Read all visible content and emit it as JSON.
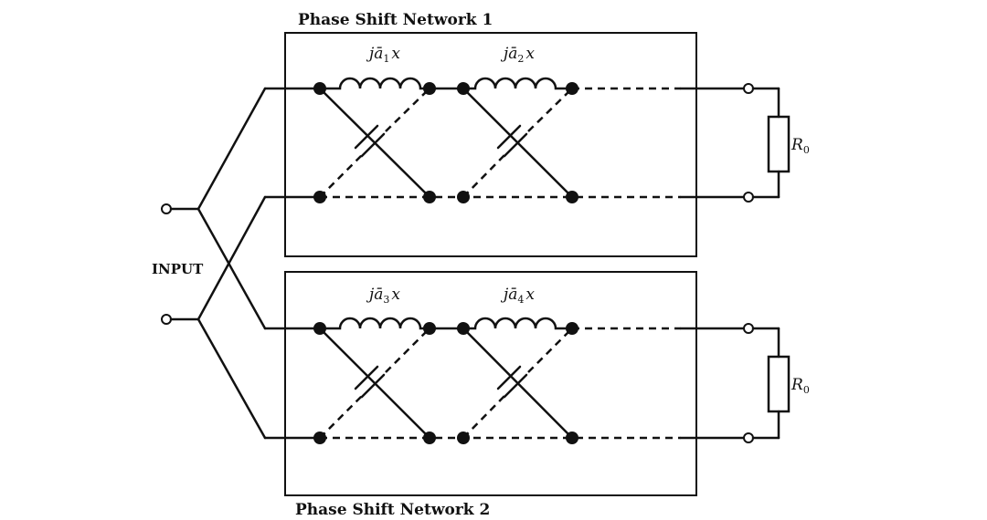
{
  "networks": [
    {
      "title": "Phase Shift Network 1",
      "inductor_labels": [
        {
          "prefix": "j",
          "symbol": "ā",
          "sub": "1",
          "suffix": "x"
        },
        {
          "prefix": "j",
          "symbol": "ā",
          "sub": "2",
          "suffix": "x"
        }
      ],
      "resistor": {
        "symbol": "R",
        "sub": "0"
      }
    },
    {
      "title": "Phase Shift Network 2",
      "inductor_labels": [
        {
          "prefix": "j",
          "symbol": "ā",
          "sub": "3",
          "suffix": "x"
        },
        {
          "prefix": "j",
          "symbol": "ā",
          "sub": "4",
          "suffix": "x"
        }
      ],
      "resistor": {
        "symbol": "R",
        "sub": "0"
      }
    }
  ],
  "input_label": "INPUT"
}
